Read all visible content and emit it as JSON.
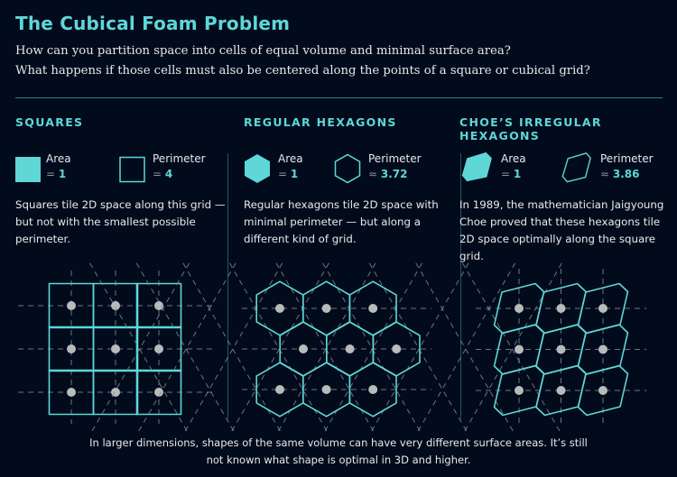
{
  "title": "The Cubical Foam Problem",
  "subtitle": [
    "How can you partition space into cells of equal volume and minimal surface area?",
    "What happens if those cells must also be centered along the points of a square or cubical grid?"
  ],
  "columns": [
    {
      "heading": "SQUARES",
      "area_label": "Area",
      "area_op": "=",
      "area_value": "1",
      "perimeter_label": "Perimeter",
      "perimeter_op": "=",
      "perimeter_value": "4",
      "description": "Squares tile 2D space along this grid — but not with the smallest possible perimeter."
    },
    {
      "heading": "REGULAR HEXAGONS",
      "area_label": "Area",
      "area_op": "=",
      "area_value": "1",
      "perimeter_label": "Perimeter",
      "perimeter_op": "≈",
      "perimeter_value": "3.72",
      "description": "Regular hexagons tile 2D space with minimal perimeter — but along a different kind of grid."
    },
    {
      "heading": "CHOE’S IRREGULAR HEXAGONS",
      "area_label": "Area",
      "area_op": "=",
      "area_value": "1",
      "perimeter_label": "Perimeter",
      "perimeter_op": "≈",
      "perimeter_value": "3.86",
      "description": "In 1989, the mathematician Jaigyoung Choe proved that these hexagons tile 2D space optimally along the square grid."
    }
  ],
  "footer": "In larger dimensions, shapes of the same volume can have very different surface areas. It’s still not known what shape is optimal in 3D and higher.",
  "colors": {
    "accent": "#5ed7d6",
    "background": "#020b1c",
    "point": "#b9babc"
  }
}
